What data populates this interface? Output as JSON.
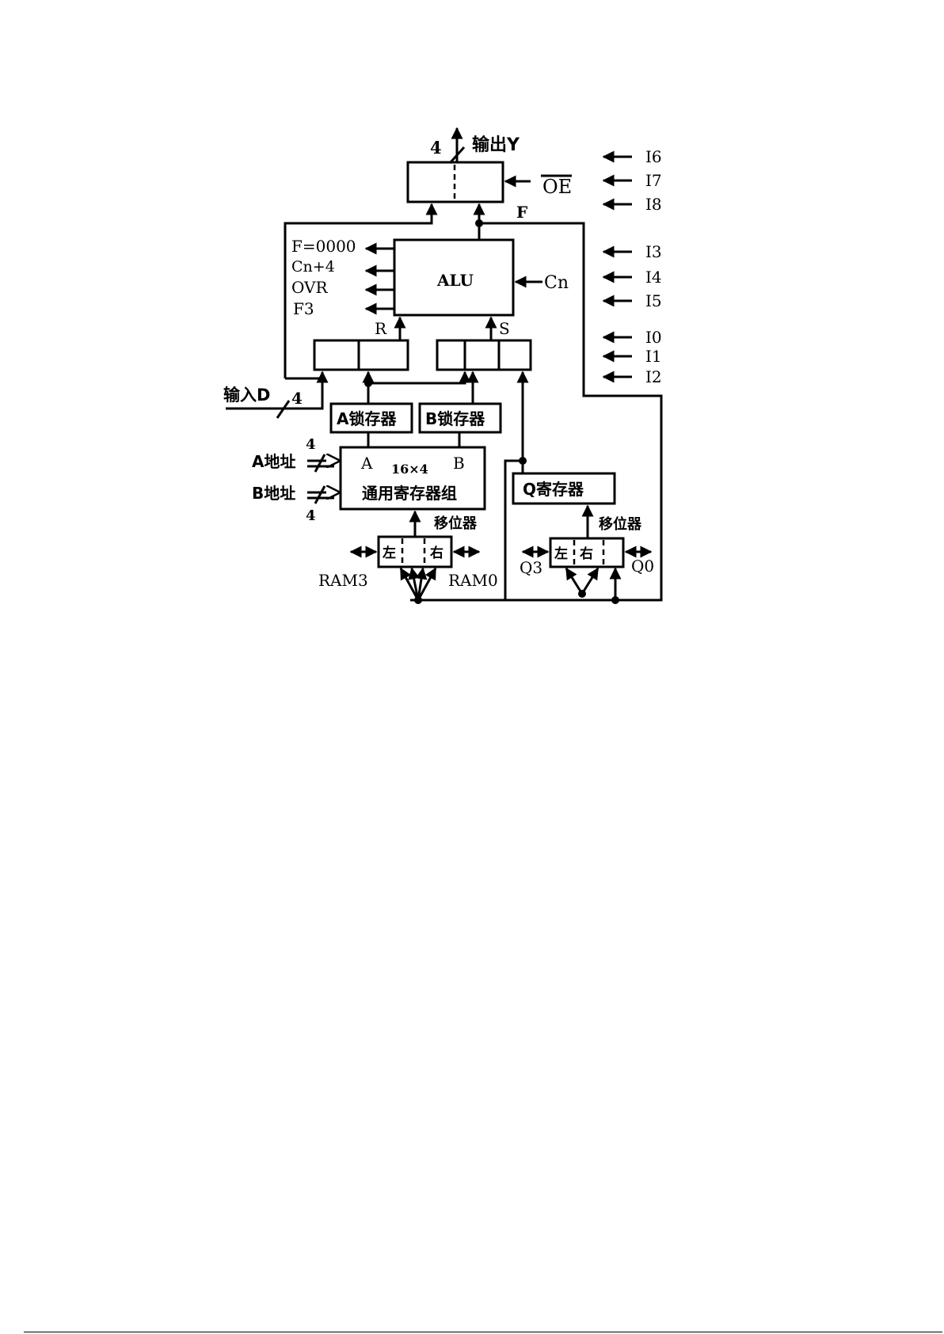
{
  "labels": {
    "output_y": "输出Y",
    "output_width": "4",
    "oe": "OE",
    "f": "F",
    "alu": "ALU",
    "cn": "Cn",
    "status": [
      "F=0000",
      "Cn+4",
      "OVR",
      "F3"
    ],
    "r": "R",
    "s": "S",
    "input_d": "输入D",
    "input_width": "4",
    "a_latch": "A锁存器",
    "b_latch": "B锁存器",
    "regfile_a": "A",
    "regfile_b": "B",
    "regfile_size": "16×4",
    "regfile_name": "通用寄存器组",
    "a_addr": "A地址",
    "b_addr": "B地址",
    "a_addr_width": "4",
    "b_addr_width": "4",
    "shifter": "移位器",
    "shifter_left": "左",
    "shifter_right": "右",
    "ram3": "RAM3",
    "ram0": "RAM0",
    "q_register": "Q寄存器",
    "q_shifter": "移位器",
    "q3": "Q3",
    "q0": "Q0",
    "instr": [
      "I6",
      "I7",
      "I8",
      "I3",
      "I4",
      "I5",
      "I0",
      "I1",
      "I2"
    ]
  }
}
